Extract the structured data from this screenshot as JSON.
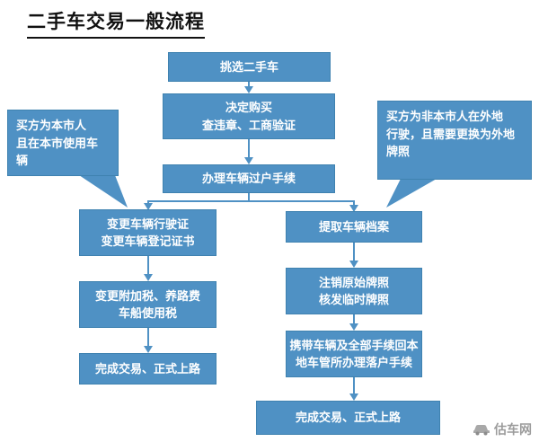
{
  "title": "二手车交易一般流程",
  "colors": {
    "box_fill": "#4f91c4",
    "box_border": "#3f82b0",
    "box_text": "#ffffff",
    "title_text": "#111111",
    "watermark_text": "#9b9b9b"
  },
  "flow": {
    "step1": "挑选二手车",
    "step2": "决定购买\n查违章、工商验证",
    "step3": "办理车辆过户手续",
    "left_callout": "买方为本市人\n且在本市使用车\n辆",
    "right_callout": "买方为非本市人在外地\n行驶，且需要更换为外地\n牌照",
    "left_branch": {
      "step1": "变更车辆行驶证\n变更车辆登记证书",
      "step2": "变更附加税、养路费\n车船使用税",
      "step3": "完成交易、正式上路"
    },
    "right_branch": {
      "step1": "提取车辆档案",
      "step2": "注销原始牌照\n核发临时牌照",
      "step3": "携带车辆及全部手续回本\n地车管所办理落户手续",
      "step4": "完成交易、正式上路"
    }
  },
  "watermark": "估车网"
}
